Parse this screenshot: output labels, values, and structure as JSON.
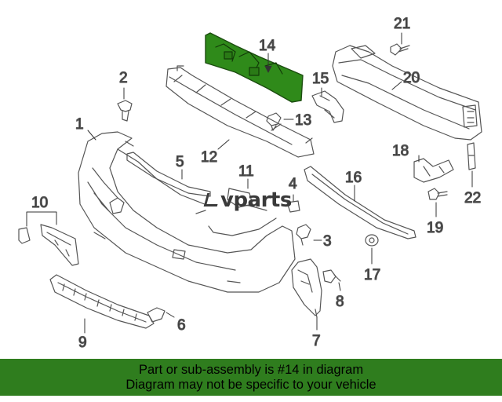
{
  "callouts": {
    "c1": "1",
    "c2": "2",
    "c3": "3",
    "c4": "4",
    "c5": "5",
    "c6": "6",
    "c7": "7",
    "c8": "8",
    "c9": "9",
    "c10": "10",
    "c11": "11",
    "c12": "12",
    "c13": "13",
    "c14": "14",
    "c15": "15",
    "c16": "16",
    "c17": "17",
    "c18": "18",
    "c19": "19",
    "c20": "20",
    "c21": "21",
    "c22": "22"
  },
  "highlight_color": "#2f8a1a",
  "watermark": "vparts",
  "footer": {
    "line1": "Part or sub-assembly is #14 in diagram",
    "line2": "Diagram may not be specific to your vehicle"
  }
}
